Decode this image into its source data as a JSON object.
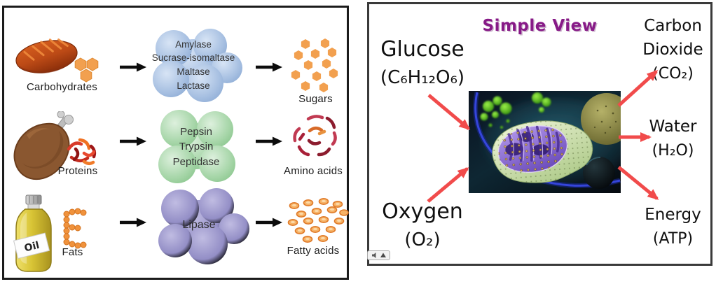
{
  "left_panel": {
    "rows": [
      {
        "source": "Carbohydrates",
        "enzymes": [
          "Amylase",
          "Sucrase-isomaltase",
          "Maltase",
          "Lactase"
        ],
        "product": "Sugars"
      },
      {
        "source": "Proteins",
        "enzymes": [
          "Pepsin",
          "Trypsin",
          "Peptidase"
        ],
        "product": "Amino acids"
      },
      {
        "source": "Fats",
        "enzymes": [
          "Lipase"
        ],
        "product": "Fatty acids"
      }
    ],
    "oil_bottle_label": "Oil"
  },
  "right_panel": {
    "title": "Simple View",
    "inputs": [
      {
        "name": "Glucose",
        "formula": "(C₆H₁₂O₆)"
      },
      {
        "name": "Oxygen",
        "formula": "(O₂)"
      }
    ],
    "outputs": [
      {
        "name": "Carbon Dioxide",
        "formula": "(CO₂)"
      },
      {
        "name": "Water",
        "formula": "(H₂O)"
      },
      {
        "name": "Energy",
        "formula": "(ATP)"
      }
    ]
  },
  "colors": {
    "title_purple": "#871a87",
    "reaction_arrow_red": "#f14b4b",
    "carb_blob_blue": "#9fbbdf",
    "protein_blob_green": "#9ccf9e",
    "fat_blob_purple": "#8d88c6",
    "sugar_orange": "#f2a04f",
    "flow_arrow_black": "#0c0c0c"
  }
}
